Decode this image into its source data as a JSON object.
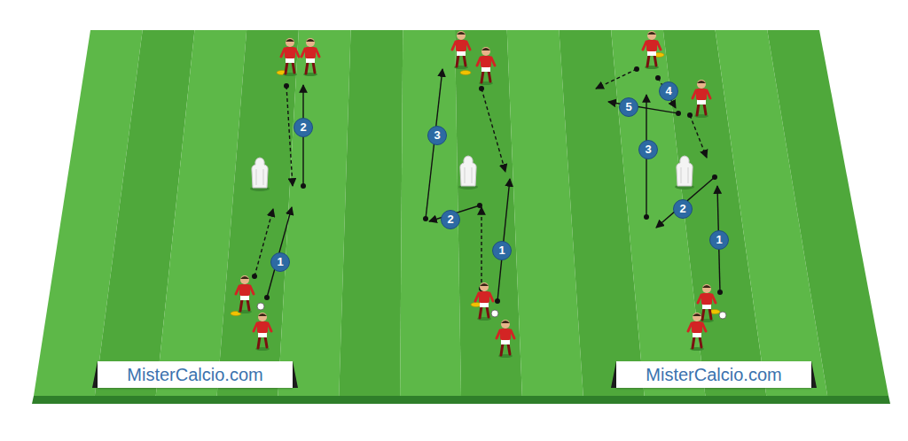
{
  "diagram": {
    "labels": [
      "2",
      "1",
      "3",
      "2",
      "1",
      "4",
      "5",
      "3",
      "2",
      "1",
      "MisterCalcio.com",
      "MisterCalcio.com"
    ]
  }
}
